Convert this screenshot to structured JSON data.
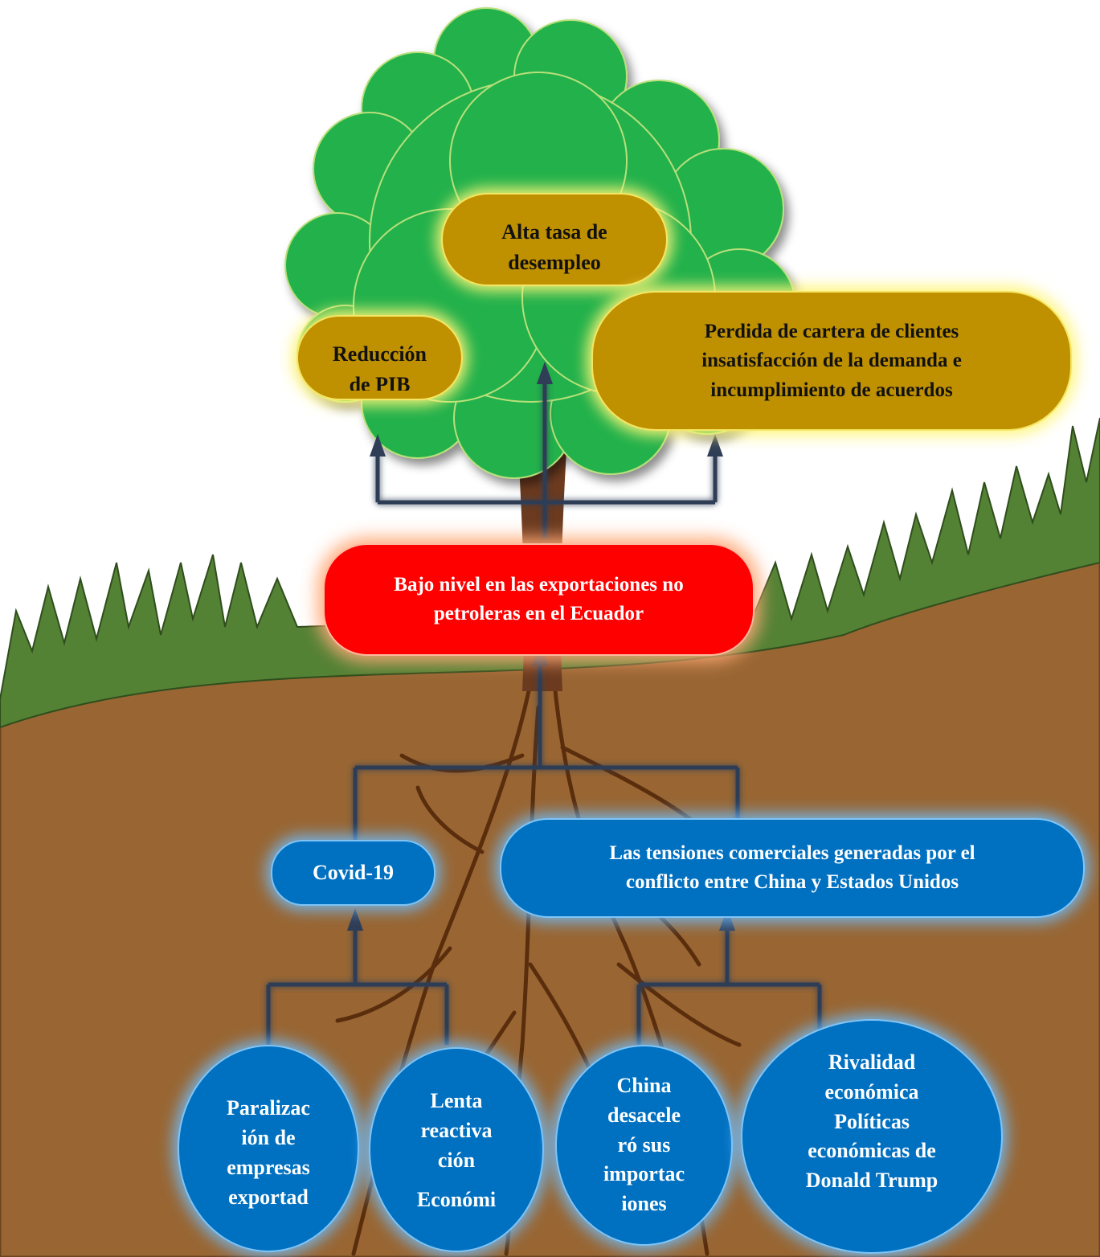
{
  "effects": {
    "center": "Alta tasa de desempleo",
    "left": "Reducción de PIB",
    "right": [
      "Perdida de cartera de clientes",
      "insatisfacción de la demanda e",
      "incumplimiento de acuerdos"
    ]
  },
  "problem": [
    "Bajo nivel en las exportaciones no",
    "petroleras en el Ecuador"
  ],
  "causes": {
    "covid": "Covid-19",
    "tensions": [
      "Las tensiones comerciales generadas por el",
      "conflicto entre China y Estados Unidos"
    ]
  },
  "sub_causes": {
    "paralizacion": [
      "Paralizac",
      "ión de",
      "empresas",
      "exportad"
    ],
    "lenta": [
      "Lenta",
      "reactiva",
      "ción",
      "Económi"
    ],
    "china": [
      "China",
      "desacele",
      "ró sus",
      "importac",
      "iones"
    ],
    "rivalidad": [
      "Rivalidad",
      "económica",
      "Políticas",
      "económicas de",
      "Donald Trump"
    ]
  },
  "colors": {
    "sky": "#ffffff",
    "soil": "#996633",
    "grass": "#548235",
    "canopy": "#22b14c",
    "trunk": "#6b3a1f",
    "effect_box": "#bf9000",
    "problem_box": "#ff0000",
    "cause_box": "#0070c0",
    "arrow": "#2f3d56"
  }
}
